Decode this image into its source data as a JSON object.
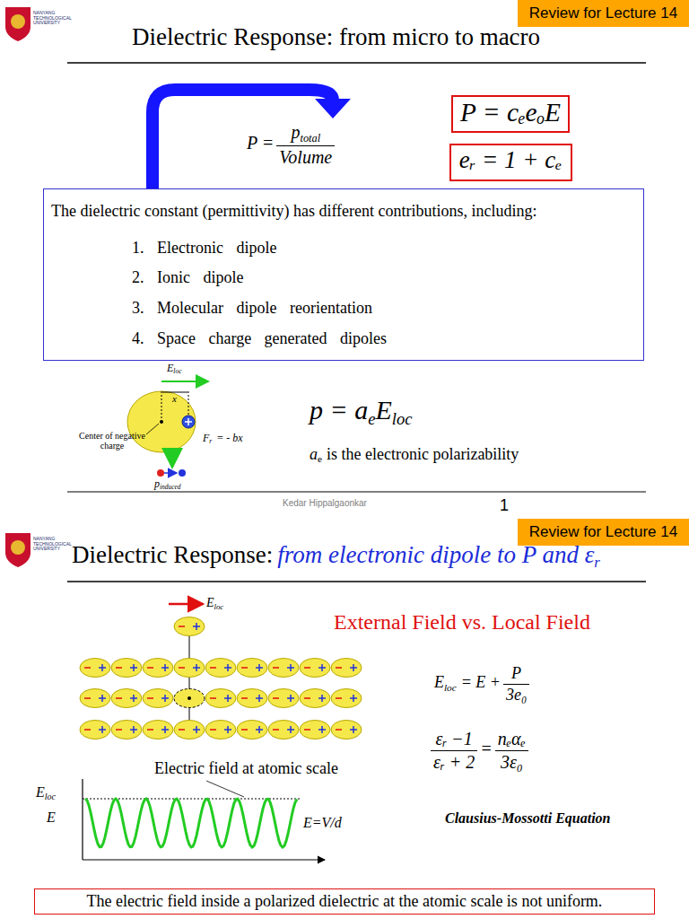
{
  "diagram": {
    "nodes": [
      {
        "text": [
          "Review for Lecture 14"
        ]
      },
      {
        "text": [
          "P = cₑeₒE"
        ]
      },
      {
        "text": [
          "eᵣ = 1 + cₑ"
        ]
      },
      {
        "text": [
          "The dielectric constant (permittivity) has different contributions, including:",
          "1. Electronic dipole",
          "2. Ionic dipole",
          "3. Molecular dipole reorientation",
          "4. Space charge generated dipoles"
        ]
      },
      {
        "text": [
          "Review for Lecture 14"
        ]
      },
      {
        "text": [
          "The electric field inside a polarized dielectric at the atomic scale is not uniform."
        ]
      }
    ],
    "labels": [
      "NANYANG TECHNOLOGICAL UNIVERSITY",
      "Dielectric Response: from micro to macro",
      "P =",
      "p",
      "total",
      "Volume",
      "E",
      "loc",
      "x",
      "Center of negative charge",
      "F",
      "r",
      "= - bx",
      "p",
      "induced",
      "p = a",
      "e",
      "E",
      "loc",
      "a",
      "e",
      "is the electronic polarizability",
      "Kedar Hippalgaonkar",
      "1",
      "NANYANG TECHNOLOGICAL UNIVERSITY",
      "Dielectric Response:",
      "from electronic dipole to P and ε",
      "r",
      "E",
      "loc",
      "External Field vs. Local Field",
      "E",
      "loc",
      "= E +",
      "P",
      "3e₀",
      "εᵣ −1",
      "εᵣ + 2",
      "=",
      "nₑαₑ",
      "3ε₀",
      "Clausius-Mossotti Equation",
      "Electric field at atomic scale",
      "E",
      "loc",
      "E",
      "E=V/d"
    ]
  }
}
